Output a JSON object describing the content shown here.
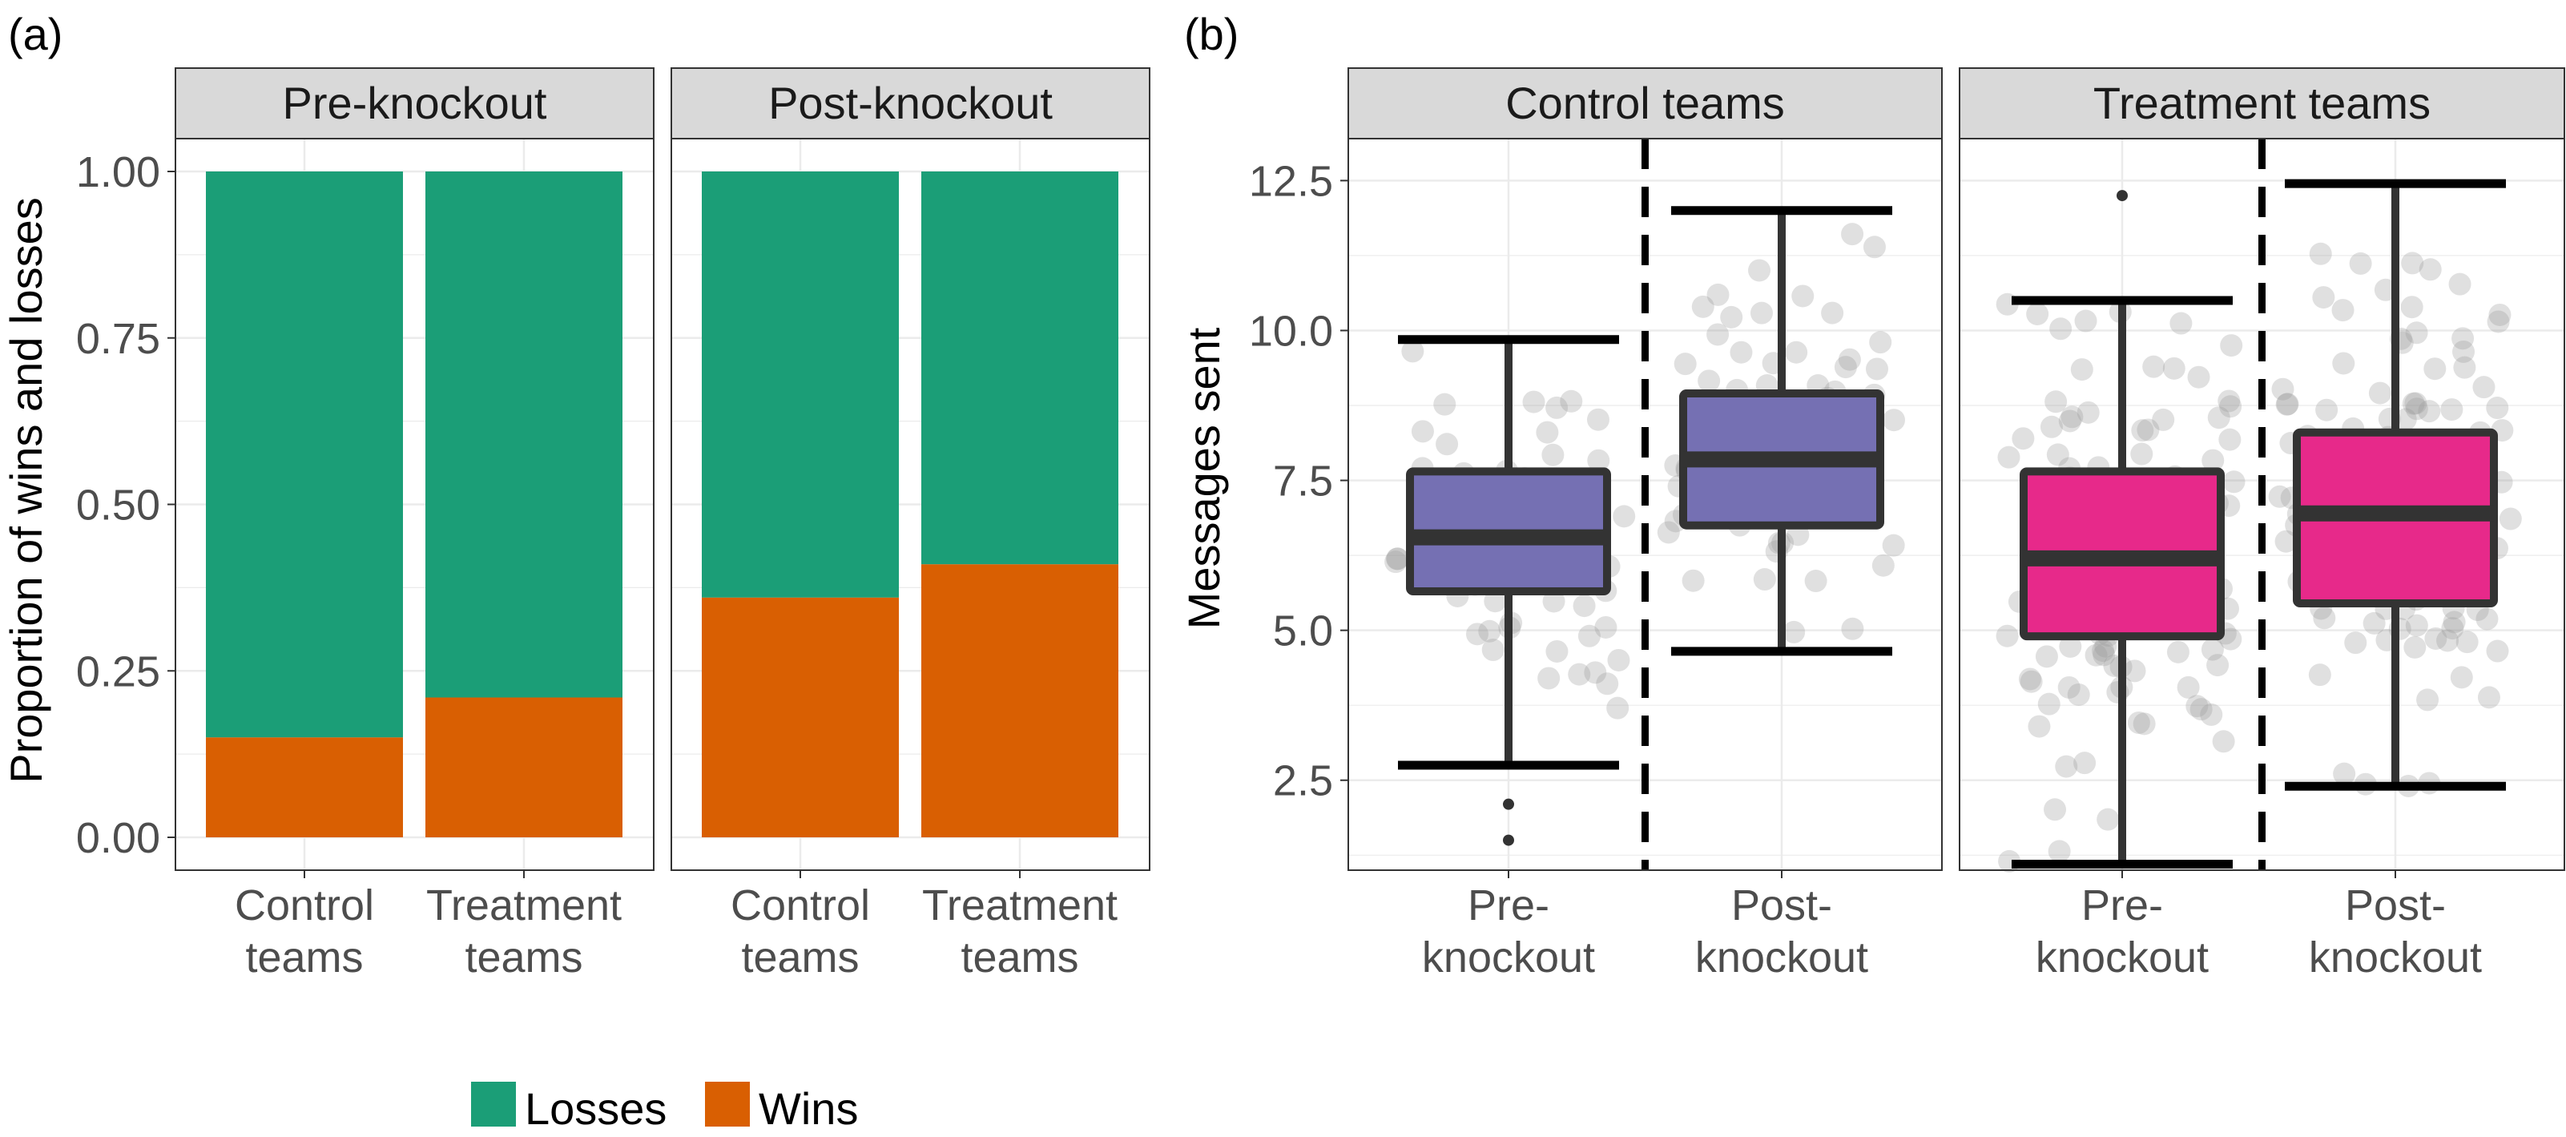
{
  "panel_a": {
    "tag": "(a)",
    "ylabel": "Proportion of wins and losses",
    "facets": [
      "Pre-knockout",
      "Post-knockout"
    ],
    "x_labels": [
      [
        "Control",
        "teams"
      ],
      [
        "Treatment",
        "teams"
      ]
    ],
    "y_ticks": [
      "0.00",
      "0.25",
      "0.50",
      "0.75",
      "1.00"
    ]
  },
  "panel_b": {
    "tag": "(b)",
    "ylabel": "Messages sent",
    "facets": [
      "Control teams",
      "Treatment teams"
    ],
    "x_labels": [
      [
        "Pre-",
        "knockout"
      ],
      [
        "Post-",
        "knockout"
      ]
    ],
    "y_ticks": [
      "2.5",
      "5.0",
      "7.5",
      "10.0",
      "12.5"
    ]
  },
  "legend": {
    "items": [
      {
        "label": "Losses",
        "color": "#1b9e77"
      },
      {
        "label": "Wins",
        "color": "#d95f02"
      }
    ]
  },
  "colors": {
    "losses": "#1b9e77",
    "wins": "#d95f02",
    "control_box": "#7570b3",
    "treatment_box": "#e7298a",
    "strip_bg": "#d9d9d9",
    "grid": "#ebebeb"
  },
  "chart_data": [
    {
      "type": "bar",
      "stacked": true,
      "facets": [
        "Pre-knockout",
        "Post-knockout"
      ],
      "categories": [
        "Control teams",
        "Treatment teams"
      ],
      "series": [
        {
          "name": "Wins",
          "values": [
            [
              0.15,
              0.21
            ],
            [
              0.36,
              0.41
            ]
          ]
        },
        {
          "name": "Losses",
          "values": [
            [
              0.85,
              0.79
            ],
            [
              0.64,
              0.59
            ]
          ]
        }
      ],
      "ylabel": "Proportion of wins and losses",
      "ylim": [
        0,
        1
      ],
      "legend": "bottom"
    },
    {
      "type": "box",
      "facets": [
        "Control teams",
        "Treatment teams"
      ],
      "categories": [
        "Pre-knockout",
        "Post-knockout"
      ],
      "ylabel": "Messages sent",
      "ylim": [
        1.0,
        13.2
      ],
      "boxes": [
        [
          {
            "whisker_low": 2.75,
            "q1": 5.65,
            "median": 6.55,
            "q3": 7.65,
            "whisker_high": 9.85,
            "outliers": [
              2.1,
              1.5
            ]
          },
          {
            "whisker_low": 4.65,
            "q1": 6.75,
            "median": 7.85,
            "q3": 8.95,
            "whisker_high": 12.0,
            "outliers": []
          }
        ],
        [
          {
            "whisker_low": 1.1,
            "q1": 4.9,
            "median": 6.2,
            "q3": 7.65,
            "whisker_high": 10.5,
            "outliers": [
              12.25
            ]
          },
          {
            "whisker_low": 2.4,
            "q1": 5.45,
            "median": 6.95,
            "q3": 8.3,
            "whisker_high": 12.45,
            "outliers": []
          }
        ]
      ]
    }
  ]
}
